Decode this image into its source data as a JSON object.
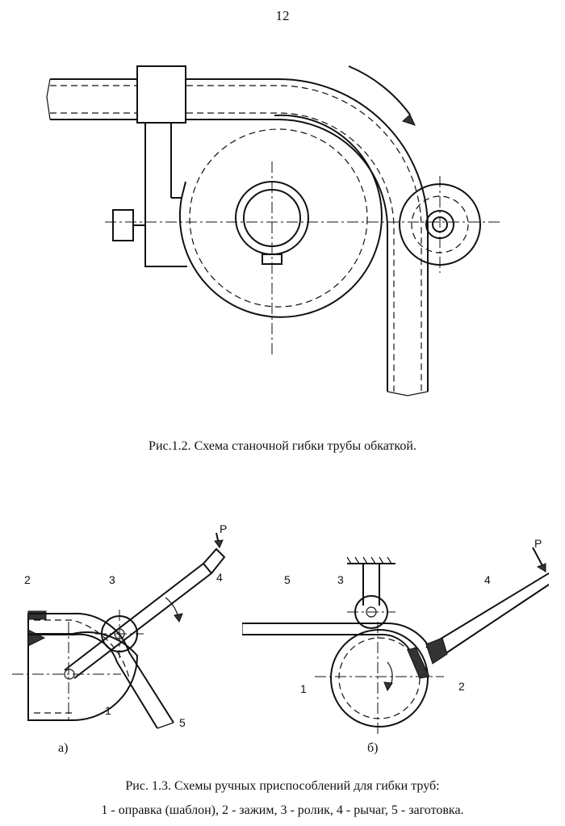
{
  "page_number": "12",
  "figure_1_2": {
    "caption": "Рис.1.2.  Схема станочной гибки трубы обкаткой."
  },
  "figure_1_3": {
    "caption_line1": "Рис. 1.3.  Схемы ручных приспособлений для гибки труб:",
    "caption_line2": "1 - оправка (шаблон), 2 - зажим, 3 - ролик, 4 - рычаг, 5 - заготовка.",
    "sub_a": "а)",
    "sub_b": "б)",
    "labels_a": {
      "p": "P",
      "n1": "1",
      "n2": "2",
      "n3": "3",
      "n4": "4",
      "n5": "5"
    },
    "labels_b": {
      "p": "P",
      "n1": "1",
      "n2": "2",
      "n3": "3",
      "n4": "4",
      "n5": "5"
    }
  }
}
